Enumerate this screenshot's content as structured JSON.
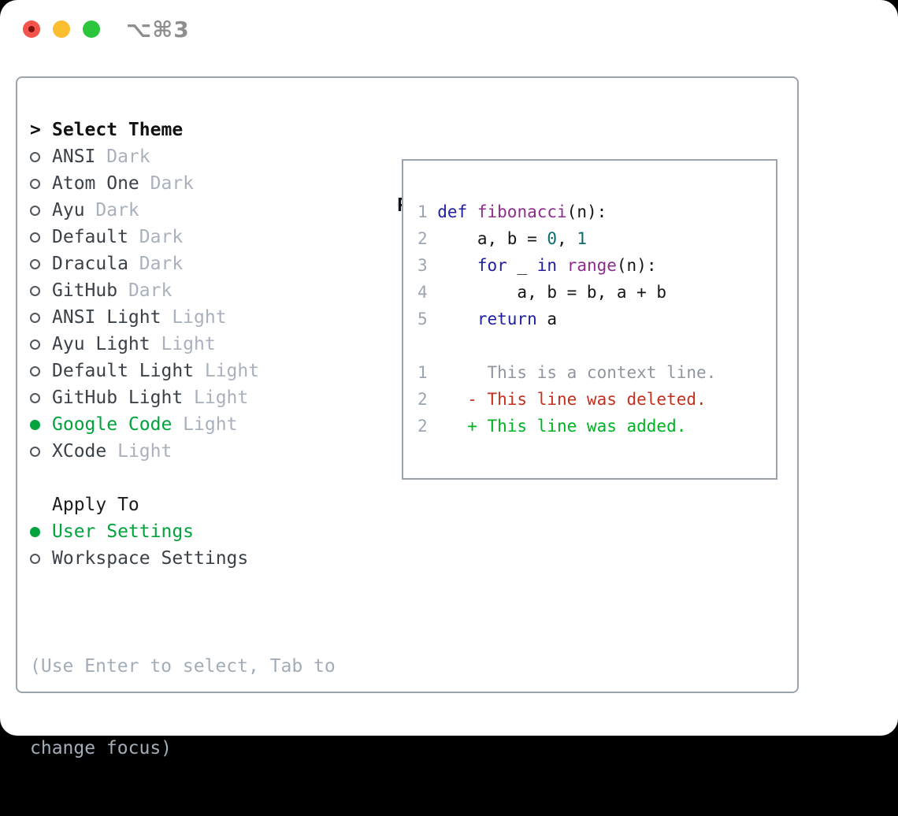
{
  "window": {
    "title_shortcut": "⌥⌘3",
    "traffic_lights": [
      {
        "name": "close",
        "color": "#f4544b"
      },
      {
        "name": "minimize",
        "color": "#fcbd2e"
      },
      {
        "name": "zoom",
        "color": "#2cc63d"
      }
    ]
  },
  "theme_picker": {
    "heading_prefix": ">",
    "heading": "Select Theme",
    "items": [
      {
        "label": "ANSI",
        "variant": "Dark",
        "selected": false
      },
      {
        "label": "Atom One",
        "variant": "Dark",
        "selected": false
      },
      {
        "label": "Ayu",
        "variant": "Dark",
        "selected": false
      },
      {
        "label": "Default",
        "variant": "Dark",
        "selected": false
      },
      {
        "label": "Dracula",
        "variant": "Dark",
        "selected": false
      },
      {
        "label": "GitHub",
        "variant": "Dark",
        "selected": false
      },
      {
        "label": "ANSI Light",
        "variant": "Light",
        "selected": false
      },
      {
        "label": "Ayu Light",
        "variant": "Light",
        "selected": false
      },
      {
        "label": "Default Light",
        "variant": "Light",
        "selected": false
      },
      {
        "label": "GitHub Light",
        "variant": "Light",
        "selected": false
      },
      {
        "label": "Google Code",
        "variant": "Light",
        "selected": true
      },
      {
        "label": "XCode",
        "variant": "Light",
        "selected": false
      }
    ],
    "apply_heading": "Apply To",
    "apply_items": [
      {
        "label": "User Settings",
        "selected": true
      },
      {
        "label": "Workspace Settings",
        "selected": false
      }
    ],
    "help_lines": [
      "(Use Enter to select, Tab to",
      "change focus)"
    ]
  },
  "preview": {
    "heading": "Preview",
    "code_lines": [
      {
        "num": "1",
        "segments": [
          {
            "c": "kw",
            "t": "def"
          },
          {
            "c": "pl",
            "t": " "
          },
          {
            "c": "fn",
            "t": "fibonacci"
          },
          {
            "c": "pl",
            "t": "(n):"
          }
        ]
      },
      {
        "num": "2",
        "segments": [
          {
            "c": "pl",
            "t": "    a, b = "
          },
          {
            "c": "lit",
            "t": "0"
          },
          {
            "c": "pl",
            "t": ", "
          },
          {
            "c": "lit",
            "t": "1"
          }
        ]
      },
      {
        "num": "3",
        "segments": [
          {
            "c": "pl",
            "t": "    "
          },
          {
            "c": "kw",
            "t": "for"
          },
          {
            "c": "pl",
            "t": " _ "
          },
          {
            "c": "kw",
            "t": "in"
          },
          {
            "c": "pl",
            "t": " "
          },
          {
            "c": "fn",
            "t": "range"
          },
          {
            "c": "pl",
            "t": "(n):"
          }
        ]
      },
      {
        "num": "4",
        "segments": [
          {
            "c": "pl",
            "t": "        a, b = b, a + b"
          }
        ]
      },
      {
        "num": "5",
        "segments": [
          {
            "c": "pl",
            "t": "    "
          },
          {
            "c": "kw",
            "t": "return"
          },
          {
            "c": "pl",
            "t": " a"
          }
        ]
      }
    ],
    "diff_lines": [
      {
        "num": "1",
        "kind": "ctx",
        "text": "     This is a context line."
      },
      {
        "num": "2",
        "kind": "del",
        "text": "   - This line was deleted."
      },
      {
        "num": "2",
        "kind": "add",
        "text": "   + This line was added."
      }
    ]
  },
  "colors": {
    "accent_green": "#00a33c",
    "diff_added": "#00b322",
    "diff_deleted": "#c52f1e",
    "code_keyword": "#2020a0",
    "code_function": "#8e2c8e",
    "code_literal": "#0d6d6d",
    "muted_gray": "#a9b1bd",
    "border_gray": "#9ba3ad"
  }
}
